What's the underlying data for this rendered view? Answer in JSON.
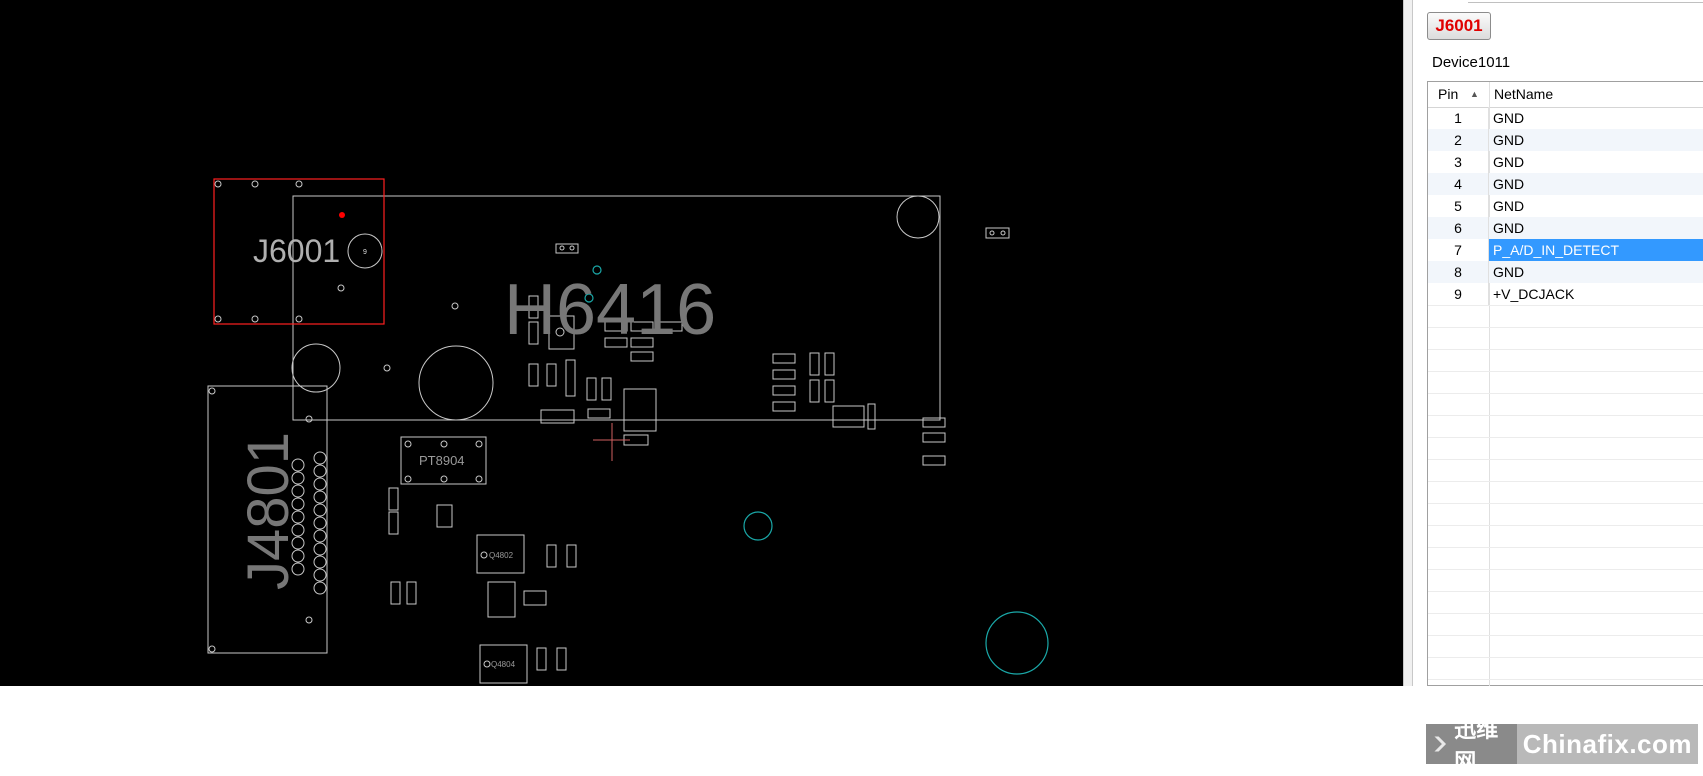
{
  "board": {
    "label_h6416": "H6416",
    "label_j6001": "J6001",
    "label_j4801": "J4801",
    "label_pt8904": "PT8904",
    "label_q4802": "Q4802",
    "label_q4804": "Q4804",
    "pad_9": "9",
    "colors": {
      "background": "#000000",
      "outline": "#c8c8c8",
      "selected": "#ff0000",
      "via": "#1aa8a8"
    }
  },
  "panel": {
    "component_button": "J6001",
    "device_label": "Device1011",
    "columns": {
      "pin": "Pin",
      "netname": "NetName"
    },
    "rows": [
      {
        "pin": "1",
        "net": "GND"
      },
      {
        "pin": "2",
        "net": "GND"
      },
      {
        "pin": "3",
        "net": "GND"
      },
      {
        "pin": "4",
        "net": "GND"
      },
      {
        "pin": "5",
        "net": "GND"
      },
      {
        "pin": "6",
        "net": "GND"
      },
      {
        "pin": "7",
        "net": "P_A/D_IN_DETECT"
      },
      {
        "pin": "8",
        "net": "GND"
      },
      {
        "pin": "9",
        "net": "+V_DCJACK"
      }
    ],
    "selected_pin": "7",
    "colors": {
      "selection": "#3399ff",
      "button_text": "#e00000"
    }
  },
  "watermark": {
    "cn_text": "迅维网",
    "en_text": "Chinafix.com"
  }
}
